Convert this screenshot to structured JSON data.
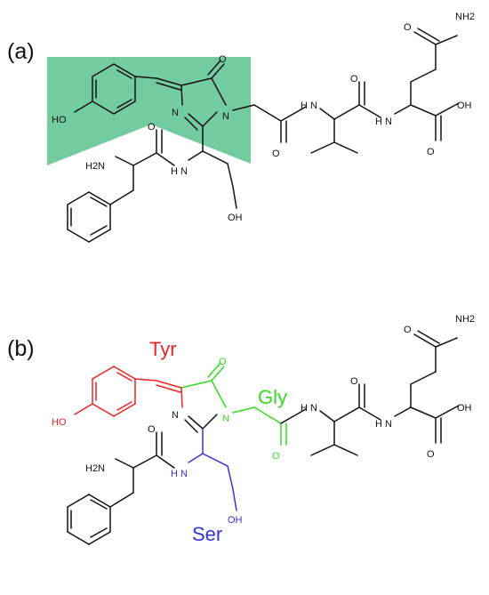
{
  "panel_a": {
    "label": "(a)",
    "highlight_color": "#6cc99b",
    "atoms": {
      "nh2": "NH2",
      "oh_acid": "OH",
      "ho_phenol": "HO",
      "n_ring": "N",
      "n_ring2": "N",
      "nh_val": "H N",
      "nh_gln": "H N",
      "nh_ser": "H N",
      "h2n_phe": "H2N",
      "oh_ser": "OH",
      "o_ring": "O",
      "o_gly": "O",
      "o_val": "O",
      "o_gln_amide": "O",
      "o_acid": "O",
      "o_phe": "O"
    }
  },
  "panel_b": {
    "label": "(b)",
    "residues": [
      {
        "name": "Tyr",
        "color": "#ee2222"
      },
      {
        "name": "Gly",
        "color": "#33dd22"
      },
      {
        "name": "Ser",
        "color": "#3333dd"
      }
    ],
    "base_color": "#111111",
    "atoms": {
      "nh2": "NH2",
      "oh_acid": "OH",
      "ho_phenol": "HO",
      "n_ring": "N",
      "n_ring2": "N",
      "nh_val": "H N",
      "nh_gln": "H N",
      "nh_ser": "H N",
      "h2n_phe": "H2N",
      "oh_ser": "OH",
      "o_ring": "O",
      "o_gly": "O",
      "o_val": "O",
      "o_gln_amide": "O",
      "o_acid": "O",
      "o_phe": "O"
    }
  }
}
